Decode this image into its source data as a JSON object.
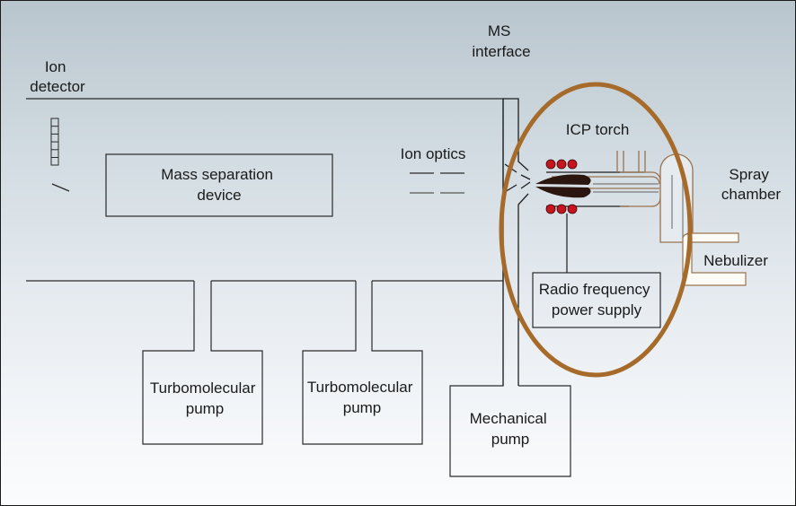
{
  "diagram": {
    "title": "ICP-MS instrument schematic",
    "labels": {
      "ion_detector": [
        "Ion",
        "detector"
      ],
      "ms_interface": [
        "MS",
        "interface"
      ],
      "ion_optics": "Ion optics",
      "mass_separation": [
        "Mass separation",
        "device"
      ],
      "icp_torch": "ICP torch",
      "spray_chamber": [
        "Spray",
        "chamber"
      ],
      "nebulizer": "Nebulizer",
      "rf_supply": [
        "Radio frequency",
        "power supply"
      ],
      "turbo_pump_1": [
        "Turbomolecular",
        "pump"
      ],
      "turbo_pump_2": [
        "Turbomolecular",
        "pump"
      ],
      "mechanical_pump": [
        "Mechanical",
        "pump"
      ]
    },
    "colors": {
      "highlight_ellipse": "#a66b2a",
      "coil": "#c8141e",
      "plasma": "#2a160e",
      "tubing": "#9a7350"
    }
  }
}
